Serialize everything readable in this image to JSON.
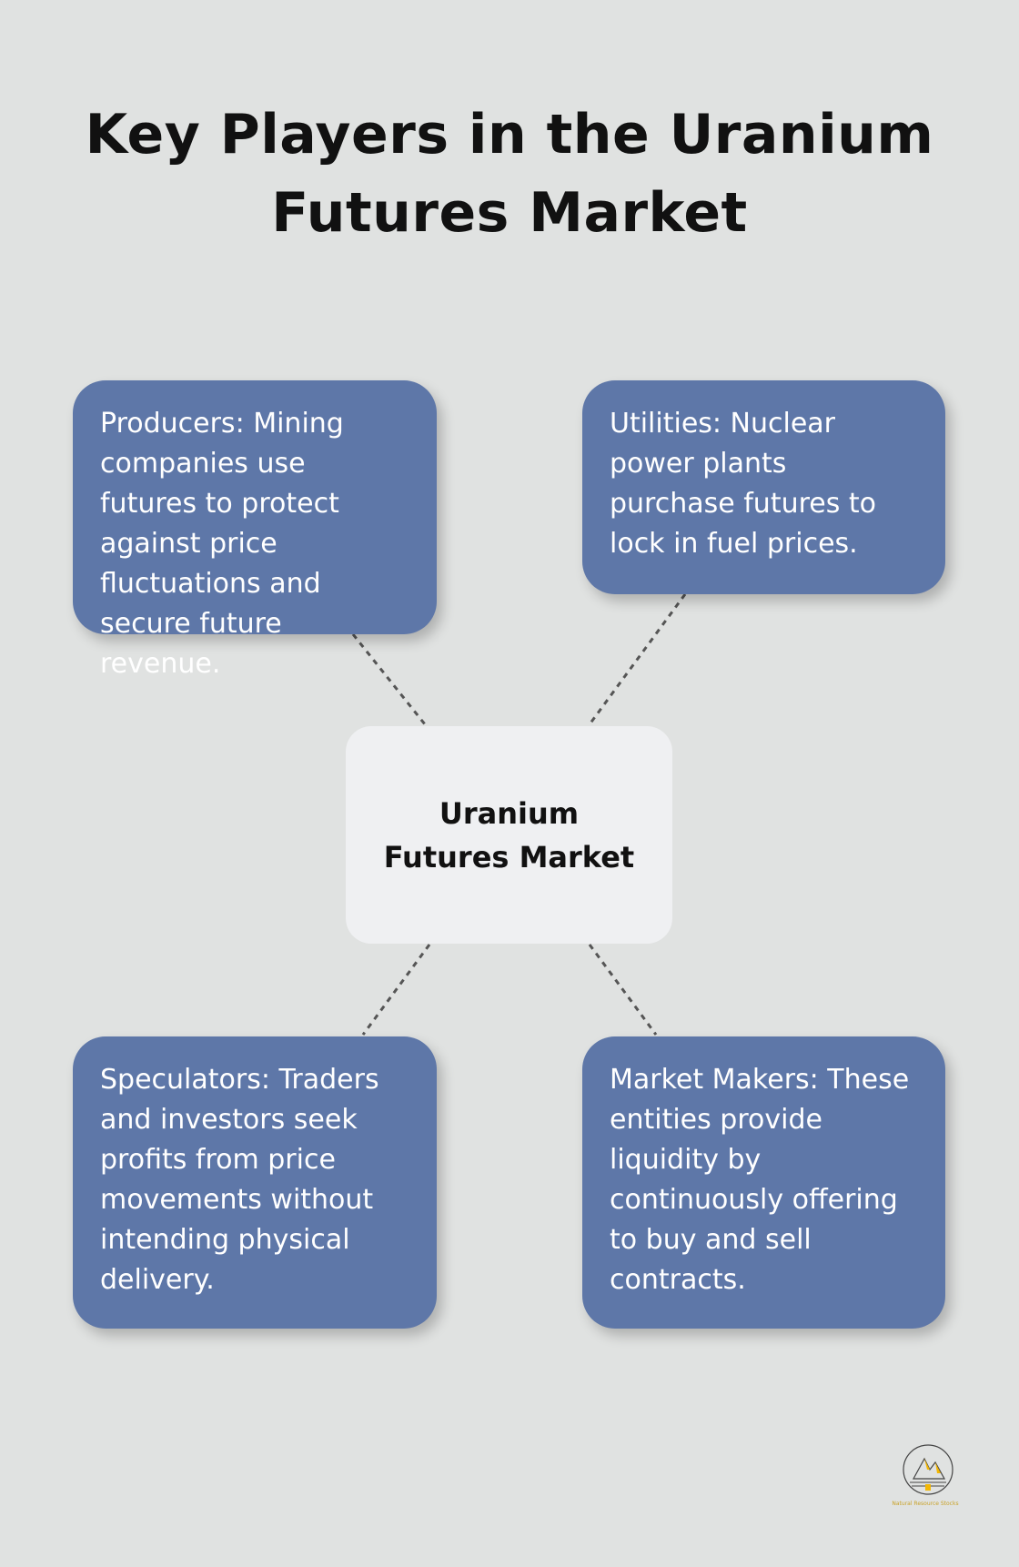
{
  "title": "Key Players in the Uranium Futures Market",
  "center": {
    "label": "Uranium Futures Market"
  },
  "players": [
    {
      "text": "Producers: Mining companies use futures to protect against price fluctuations and secure future revenue."
    },
    {
      "text": "Utilities: Nuclear power plants purchase futures to lock in fuel prices."
    },
    {
      "text": "Speculators: Traders and investors seek profits from price movements without intending physical delivery."
    },
    {
      "text": "Market Makers: These entities provide liquidity by continuously offering to buy and sell contracts."
    }
  ],
  "logo": {
    "text": "Natural Resource Stocks"
  },
  "colors": {
    "box": "#5e77a8",
    "center": "#eff0f2",
    "background": "#e0e2e1",
    "logo_accent": "#f2b705"
  }
}
